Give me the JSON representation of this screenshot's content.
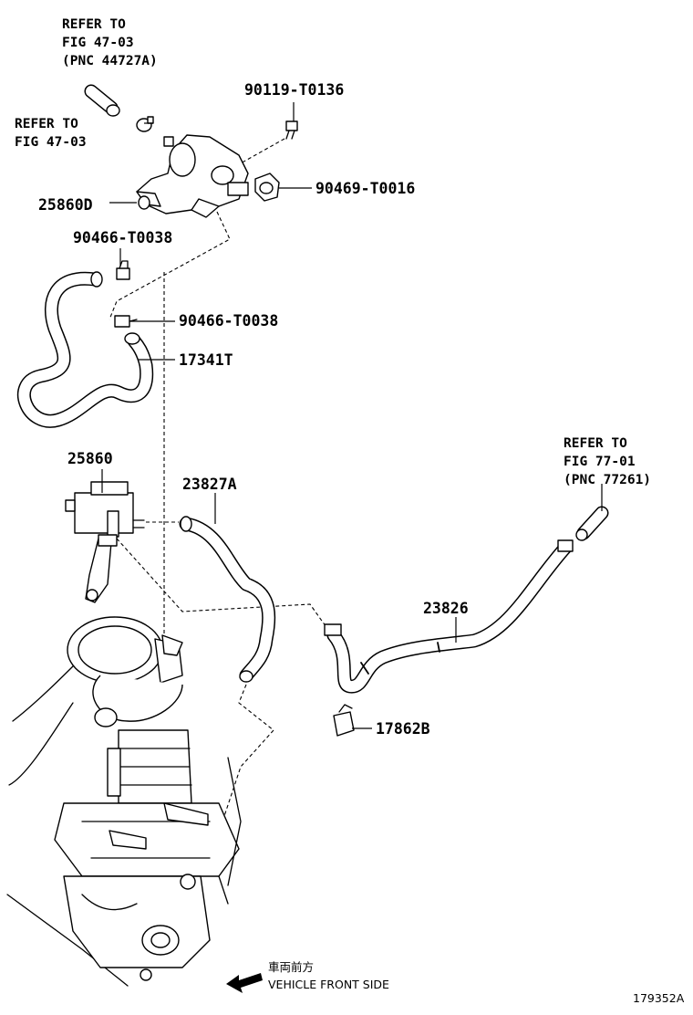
{
  "labels": {
    "refer_top": [
      "REFER TO",
      "FIG 47-03",
      "(PNC 44727A)"
    ],
    "refer_left": [
      "REFER TO",
      "FIG 47-03"
    ],
    "bolt": "90119-T0136",
    "clamp_right": "90469-T0016",
    "valve_top": "25860D",
    "clamp_a": "90466-T0038",
    "clamp_b": "90466-T0038",
    "hose_left": "17341T",
    "valve_lower": "25860",
    "hose_mid": "23827A",
    "refer_right": [
      "REFER TO",
      "FIG 77-01",
      "(PNC 77261)"
    ],
    "hose_right": "23826",
    "clip": "17862B"
  },
  "footer": {
    "japanese": "車両前方",
    "english": "VEHICLE FRONT SIDE",
    "figure_id": "179352A"
  },
  "icons": {
    "front_arrow": "arrow-left-icon"
  }
}
